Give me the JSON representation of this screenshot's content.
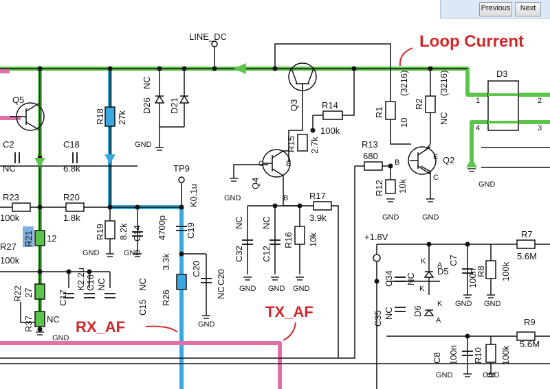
{
  "nav": {
    "previous": "Previous",
    "next": "Next"
  },
  "annotations": {
    "loop_current": "Loop Current",
    "rx_af": "RX_AF",
    "tx_af": "TX_AF"
  },
  "nets": {
    "line_dc": "LINE_DC",
    "tp9": "TP9",
    "v18": "+1.8V",
    "gnd": "GND"
  },
  "colors": {
    "loop_highlight": "#5cc44a",
    "rx_highlight": "#3aa9e0",
    "tx_highlight": "#e070a8",
    "annotation": "#d0282a",
    "r21_highlight": "#7fb0e0"
  },
  "components": {
    "q5": "Q5",
    "q3": "Q3",
    "q4": "Q4",
    "q2": "Q2",
    "c2": "C2",
    "c2_v": "NC",
    "c18": "C18",
    "c18_v": "6.8k",
    "r18": "R18",
    "r18_v": "27k",
    "d26": "D26",
    "d26_v": "NC",
    "d21": "D21",
    "r14": "R14",
    "r14_v": "100k",
    "r15": "R15",
    "r15_v": "2.7k",
    "r1": "R1",
    "r1_v": "10",
    "r1_pkg": "(3216)",
    "r2": "R2",
    "r2_v": "NC",
    "r2_pkg": "(3216)",
    "d3": "D3",
    "r13": "R13",
    "r13_v": "680",
    "r12": "R12",
    "r12_v": "10k",
    "r23": "R23",
    "r23_v": "100k",
    "r20": "R20",
    "r20_v": "1.8k",
    "r21": "R21",
    "r21_v": "12",
    "r19": "R19",
    "r19_v": "8.2k",
    "c14": "C14",
    "c14_v": "4700p",
    "c19": "C19",
    "c19_v": "K0.1u",
    "r17": "R17",
    "r17_v": "3.9k",
    "c32": "C32",
    "c32_v": "NC",
    "c12": "C12",
    "c12_v": "NC",
    "r16": "R16",
    "r16_v": "10k",
    "r27": "R27",
    "r27_v": "100k",
    "r22": "R22",
    "r22_v": "27",
    "c17": "C17",
    "c17_v": "K2.2u",
    "c16": "C16",
    "c16_v": "NC",
    "c15": "C15",
    "c15_v": "NC",
    "r26": "R26",
    "r26_v": "3.3k",
    "c20": "C20",
    "c20_v": "NC",
    "r37": "R37",
    "r37_v": "NC",
    "r7": "R7",
    "r7_v": "5.6M",
    "c7": "C7",
    "c7_v": "100n",
    "r8": "R8",
    "r8_v": "100k",
    "c34": "C34",
    "c34_v": "NC",
    "d5": "D5",
    "c35": "C35",
    "c35_v": "NC",
    "d6": "D6",
    "r9": "R9",
    "r9_v": "5.6M",
    "c8": "C8",
    "c8_v": "100n",
    "r10": "R10",
    "r10_v": "100k"
  },
  "pins": {
    "c": "C",
    "e": "E",
    "b": "B",
    "a": "A",
    "k": "K",
    "p1": "1",
    "p2": "2",
    "p3": "3",
    "p4": "4"
  }
}
